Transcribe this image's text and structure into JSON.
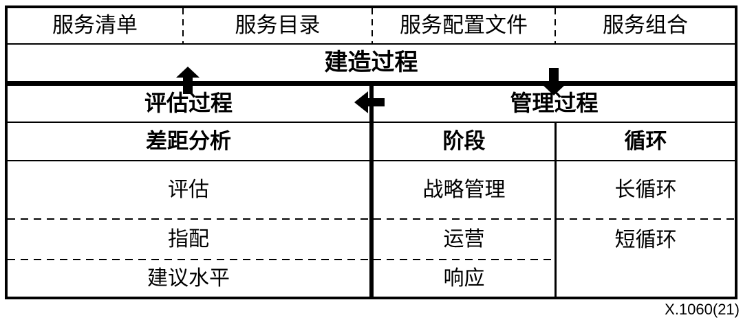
{
  "colors": {
    "line": "#000000",
    "background": "#ffffff"
  },
  "top_row": {
    "cells": [
      "服务清单",
      "服务目录",
      "服务配置文件",
      "服务组合"
    ]
  },
  "build_process": {
    "label": "建造过程"
  },
  "evaluation": {
    "title": "评估过程",
    "header": "差距分析",
    "rows": [
      "评估",
      "指配",
      "建议水平"
    ]
  },
  "management": {
    "title": "管理过程",
    "phase_header": "阶段",
    "cycle_header": "循环",
    "phases": [
      "战略管理",
      "运营",
      "响应"
    ],
    "cycles": [
      "长循环",
      "短循环"
    ]
  },
  "icons": {
    "up_arrow": "up-arrow",
    "down_arrow": "down-arrow",
    "left_arrow": "left-arrow"
  },
  "figure_caption": "X.1060(21)"
}
